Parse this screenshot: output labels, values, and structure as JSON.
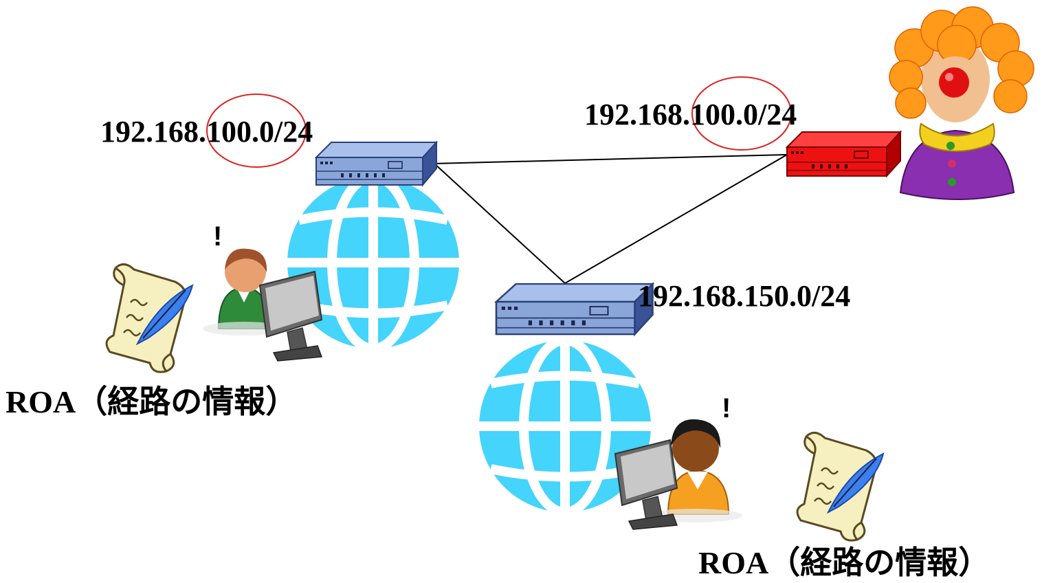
{
  "prefixes": {
    "left_router": "192.168.100.0/24",
    "attacker_router": "192.168.100.0/24",
    "bottom_router": "192.168.150.0/24"
  },
  "roa_labels": {
    "left": "ROA（経路の情報）",
    "bottom": "ROA（経路の情報）"
  },
  "alerts": {
    "left_user": "!",
    "bottom_user": "!"
  },
  "colors": {
    "globe": "#44d4fc",
    "router_blue": "#8aa6d8",
    "router_red": "#ee1111",
    "highlight_circle": "#e02020",
    "link_line": "#000000"
  },
  "icons": [
    "router-icon",
    "globe-icon",
    "user-at-computer-icon",
    "roa-scroll-icon",
    "clown-attacker-icon"
  ]
}
